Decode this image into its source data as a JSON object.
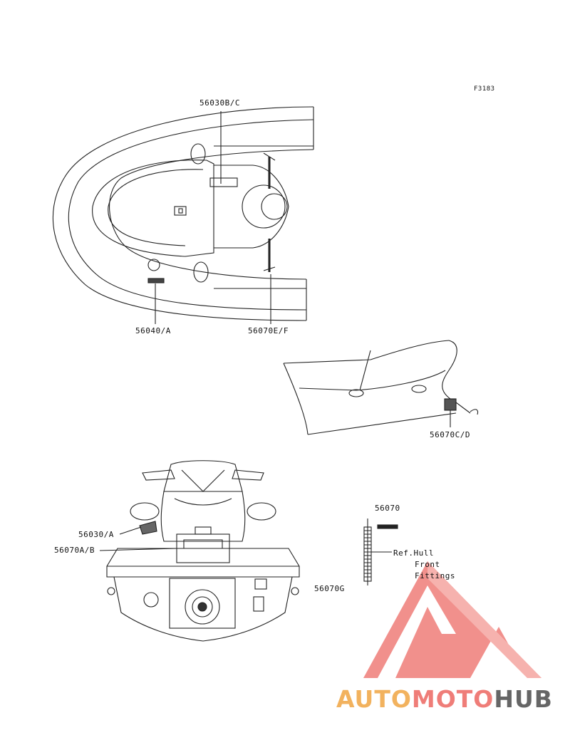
{
  "figure_code": "F3183",
  "labels": {
    "top_center": "56030B/C",
    "top_left_bottom": "56040/A",
    "top_right_bottom": "56070E/F",
    "side_view": "56070C/D",
    "rear_upper": "56030/A",
    "rear_lower": "56070A/B",
    "part_56070": "56070",
    "part_56070g": "56070G",
    "ref_line1": "Ref.Hull",
    "ref_line2": "Front",
    "ref_line3": "Fittings"
  },
  "watermark": {
    "text_part1": "AUTO",
    "text_part2": "MOTO",
    "text_part3": "HUB",
    "colors": {
      "auto": "#f2b25e",
      "moto": "#ef7d78",
      "hub": "#666666"
    }
  }
}
